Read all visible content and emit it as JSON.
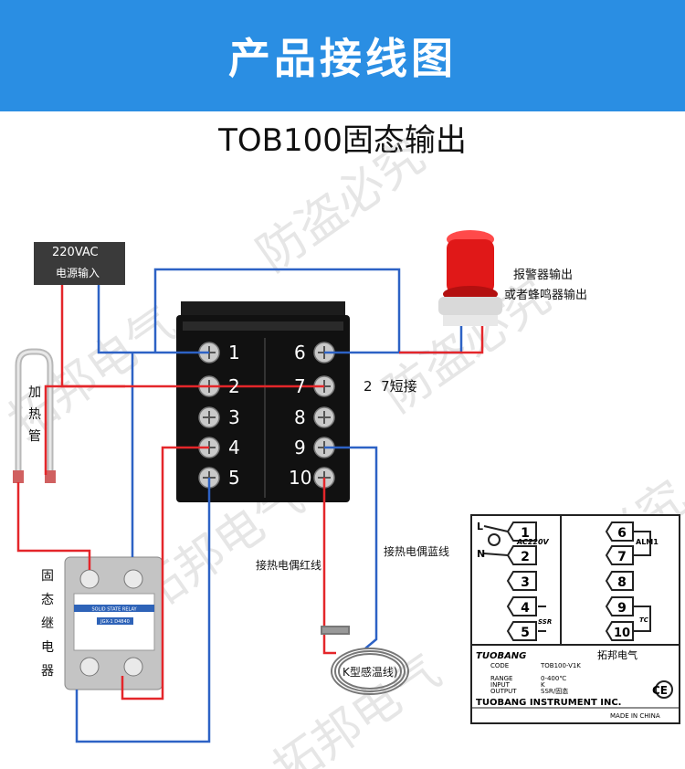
{
  "header": {
    "title": "产品接线图"
  },
  "subtitle": "TOB100固态输出",
  "power": {
    "line1": "220VAC",
    "line2": "电源输入"
  },
  "labels": {
    "alarm_line1": "报警器输出",
    "alarm_line2": "或者蜂鸣器输出",
    "short": "2  7短接",
    "red_wire": "接热电偶红线",
    "blue_wire": "接热电偶蓝线",
    "sensor": "K型感温线)",
    "heater": [
      "加",
      "热",
      "管"
    ],
    "ssr": [
      "固",
      "态",
      "继",
      "电",
      "器"
    ]
  },
  "terminals_left": [
    "1",
    "2",
    "3",
    "4",
    "5"
  ],
  "terminals_right": [
    "6",
    "7",
    "8",
    "9",
    "10"
  ],
  "ssr_device": {
    "top_text": "SOLID STATE RELAY",
    "model": "JGX-1 D4840"
  },
  "panel": {
    "left_terms": [
      "1",
      "2",
      "3",
      "4",
      "5"
    ],
    "right_terms": [
      "6",
      "7",
      "8",
      "9",
      "10"
    ],
    "ac_label": "AC220V",
    "alm_label": "ALM1",
    "ssr_label": "SSR",
    "tc_label": "TC",
    "brand": "TUOBANG",
    "brand_cn": "拓邦电气",
    "code_label": "CODE",
    "code_value": "TOB100-V1K",
    "range_label": "RANGE",
    "range_value": "0-400℃",
    "input_label": "INPUT",
    "input_value": "K",
    "output_label": "OUTPUT",
    "output_value": "SSR/固态",
    "company": "TUOBANG INSTRUMENT INC.",
    "made": "MADE IN CHINA",
    "ce": "CE",
    "l": "L",
    "n": "N"
  },
  "watermark": [
    "拓邦电气",
    "防盗必究"
  ],
  "colors": {
    "banner": "#2a8ee3",
    "red_wire": "#e4262a",
    "blue_wire": "#2d62c5"
  }
}
